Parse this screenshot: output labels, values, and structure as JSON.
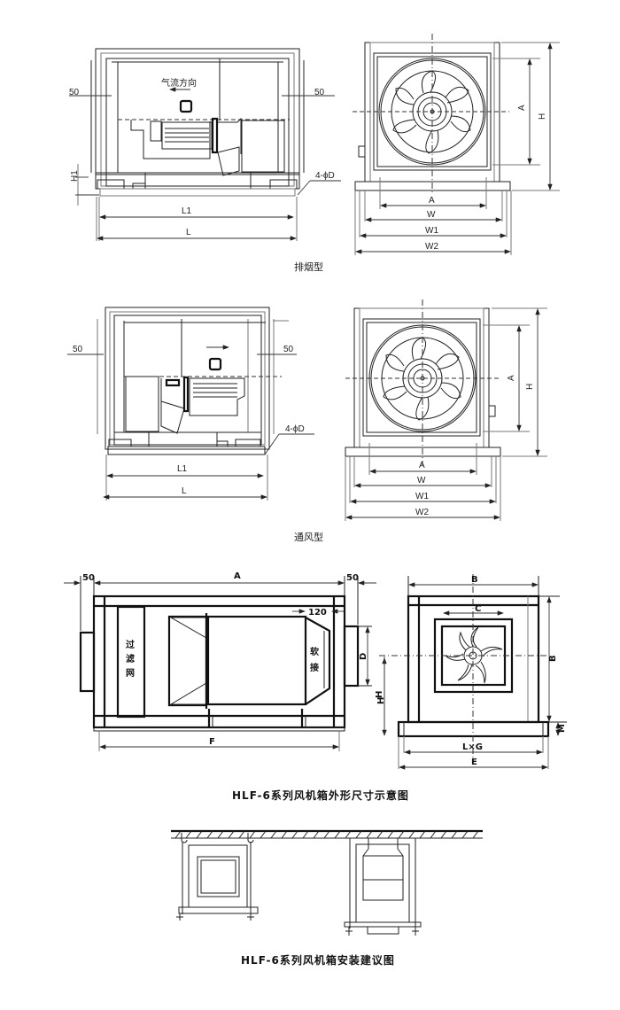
{
  "smoke_type": {
    "caption": "排烟型",
    "side_view": {
      "airflow_label": "气流方向",
      "left_flange": "50",
      "right_flange": "50",
      "h1": "H1",
      "holes": "4-ϕD",
      "l1": "L1",
      "l": "L"
    },
    "front_view": {
      "a_h": "A",
      "a_v": "A",
      "h": "H",
      "w": "W",
      "w1": "W1",
      "w2": "W2"
    }
  },
  "vent_type": {
    "caption": "通风型",
    "side_view": {
      "left_flange": "50",
      "right_flange": "50",
      "holes": "4-ϕD",
      "l1": "L1",
      "l": "L"
    },
    "front_view": {
      "a_h": "A",
      "a_v": "A",
      "h": "H",
      "w": "W",
      "w1": "W1",
      "w2": "W2"
    }
  },
  "hlf6_dims": {
    "side": {
      "left_flange": "50",
      "a": "A",
      "right_flange": "50",
      "gap": "120",
      "filter": [
        "过",
        "滤",
        "网"
      ],
      "soft_joint": [
        "软",
        "接"
      ],
      "d": "D",
      "h": "H",
      "f": "F"
    },
    "front": {
      "b_top": "B",
      "c": "C",
      "b_right": "B",
      "h": "H",
      "m": "M",
      "lxg": "L×G",
      "e": "E"
    },
    "title": "HLF-6系列风机箱外形尺寸示意图"
  },
  "install": {
    "title": "HLF-6系列风机箱安装建议图"
  },
  "colors": {
    "line": "#222222",
    "background": "#ffffff"
  }
}
